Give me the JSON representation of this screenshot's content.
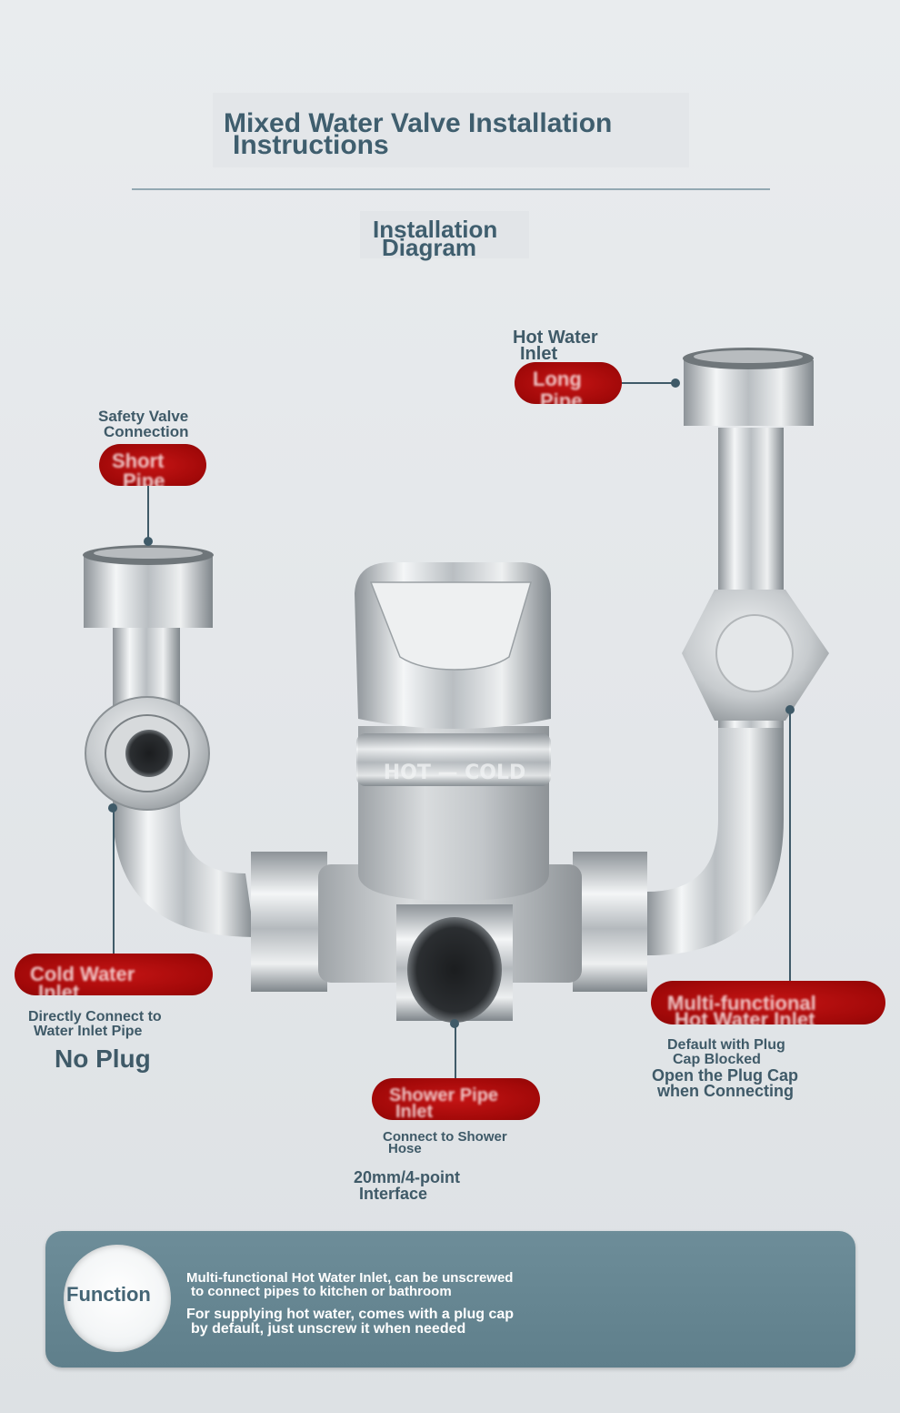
{
  "header": {
    "title_line1": "Mixed Water Valve Installation",
    "title_line2": "Instructions",
    "subtitle_line1": "Installation",
    "subtitle_line2": "Diagram"
  },
  "callouts": {
    "hot_inlet": {
      "label_line1": "Hot Water",
      "label_line2": "Inlet",
      "pill_line1": "Long",
      "pill_line2": "Pipe"
    },
    "safety_valve": {
      "label_line1": "Safety Valve",
      "label_line2": "Connection",
      "pill_line1": "Short",
      "pill_line2": "Pipe"
    },
    "cold_inlet": {
      "pill_line1": "Cold Water",
      "pill_line2": "Inlet",
      "desc_line1": "Directly Connect to",
      "desc_line2": "Water Inlet Pipe",
      "note": "No Plug"
    },
    "multi_hot": {
      "pill_line1": "Multi-functional",
      "pill_line2": "Hot Water Inlet",
      "desc_line1": "Default with Plug",
      "desc_line2": "Cap Blocked",
      "desc_line3": "Open the Plug Cap",
      "desc_line4": "when Connecting"
    },
    "shower": {
      "pill_line1": "Shower Pipe",
      "pill_line2": "Inlet",
      "desc_line1": "Connect to Shower",
      "desc_line2": "Hose",
      "spec_line1": "20mm/4-point",
      "spec_line2": "Interface"
    }
  },
  "valve_marking": "HOT — COLD",
  "function_panel": {
    "badge": "Function",
    "text_line1": "Multi-functional Hot Water Inlet, can be unscrewed",
    "text_line2": "to connect pipes to kitchen or bathroom",
    "text_line3": "For supplying hot water, comes with a plug cap",
    "text_line4": "by default, just unscrew it when needed"
  },
  "colors": {
    "accent_red": "#b10d0d",
    "text_slate": "#3f5a68",
    "panel": "#668592",
    "chrome": "#c9ced2"
  }
}
